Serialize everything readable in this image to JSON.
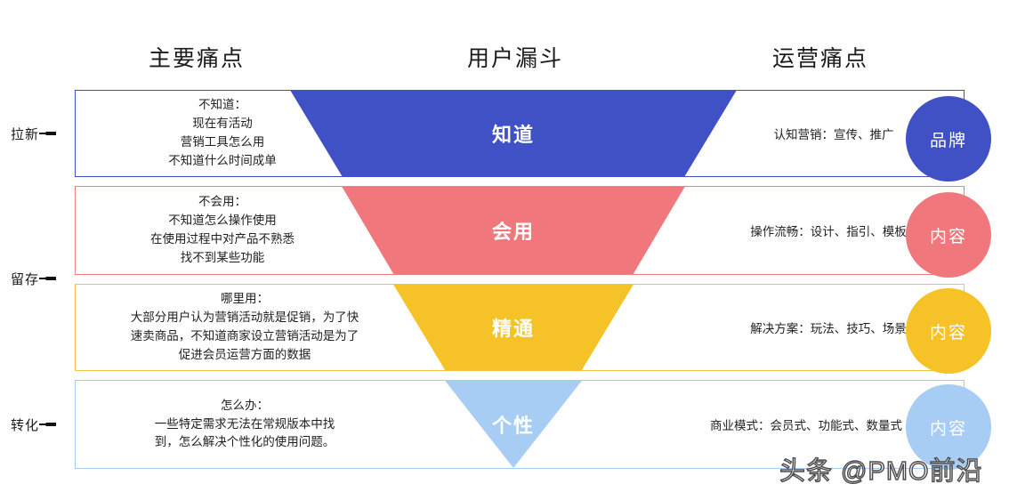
{
  "headers": [
    {
      "label": "主要痛点"
    },
    {
      "label": "用户漏斗"
    },
    {
      "label": "运营痛点"
    }
  ],
  "groups": [
    {
      "label": "拉新"
    },
    {
      "label": "留存"
    },
    {
      "label": "转化"
    }
  ],
  "colors": {
    "stage1": "#3f51c5",
    "stage2": "#f0787c",
    "stage3": "#f5c328",
    "stage4": "#a8cdf5",
    "row1_border": "#3f51c5",
    "row2_border": "#f08080",
    "row3_border": "#f5c242",
    "row4_border": "#a8cdf5",
    "text": "#1f1f1f",
    "watermark": "#4a4a4a"
  },
  "rows": [
    {
      "stage": "知道",
      "pain_title": "不知道：",
      "pain_lines": [
        "不知道：",
        "现在有活动",
        "营销工具怎么用",
        "不知道什么时间成单"
      ],
      "ops": "认知营销：宣传、推广",
      "circle": "品牌"
    },
    {
      "stage": "会用",
      "pain_title": "不会用：",
      "pain_lines": [
        "不会用：",
        "不知道怎么操作使用",
        "在使用过程中对产品不熟悉",
        "找不到某些功能"
      ],
      "ops": "操作流畅：设计、指引、模板",
      "circle": "内容"
    },
    {
      "stage": "精通",
      "pain_title": "哪里用：",
      "pain_lines": [
        "哪里用：",
        "大部分用户认为营销活动就是促销，为了快",
        "速卖商品，不知道商家设立营销活动是为了",
        "促进会员运营方面的数据"
      ],
      "ops": "解决方案：玩法、技巧、场景",
      "circle": "内容"
    },
    {
      "stage": "个性",
      "pain_title": "怎么办：",
      "pain_lines": [
        "怎么办：",
        "一些特定需求无法在常规版本中找",
        "到，怎么解决个性化的使用问题。"
      ],
      "ops": "商业模式：会员式、功能式、数量式",
      "circle": "内容"
    }
  ],
  "watermark": "头条 @PMO前沿"
}
